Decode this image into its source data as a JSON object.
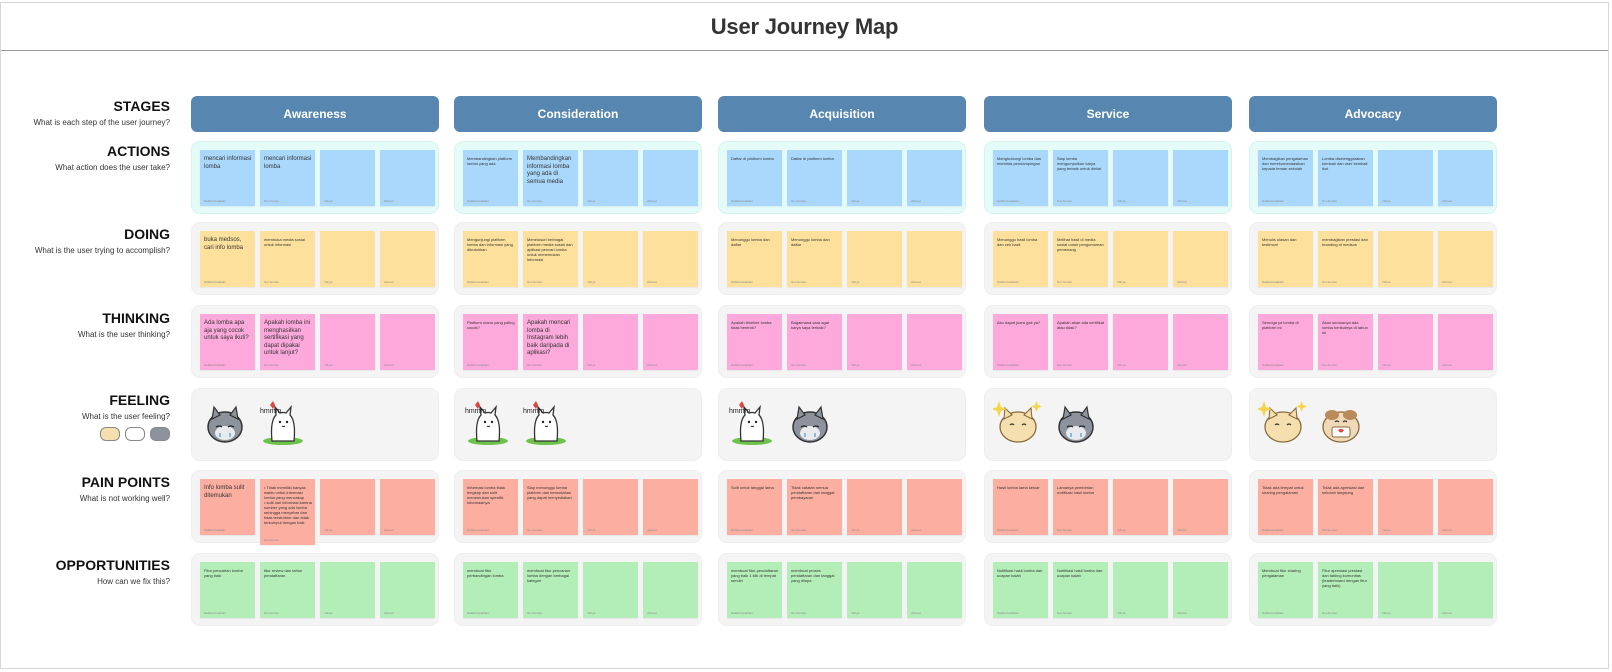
{
  "title": "User Journey Map",
  "colors": {
    "stage": "#5787b0",
    "actions": "#aad8fc",
    "doing": "#fde09b",
    "thinking": "#fda9dc",
    "pain": "#fcaea0",
    "opps": "#b3eeb9",
    "actions_panel": "#e4fbf8",
    "panel": "#f5f4f4"
  },
  "stages": [
    "Awareness",
    "Consideration",
    "Acquisition",
    "Service",
    "Advocacy"
  ],
  "rows": [
    {
      "key": "stages",
      "title": "STAGES",
      "subtitle": "What is each step of the user journey?"
    },
    {
      "key": "actions",
      "title": "ACTIONS",
      "subtitle": "What action does the user take?"
    },
    {
      "key": "doing",
      "title": "DOING",
      "subtitle": "What is the user trying to accomplish?"
    },
    {
      "key": "thinking",
      "title": "THINKING",
      "subtitle": "What is the user thinking?"
    },
    {
      "key": "feeling",
      "title": "FEELING",
      "subtitle": "What is the user feeling?",
      "icons": [
        "cat-happy-icon",
        "cat-hmm-icon",
        "cat-sad-icon"
      ]
    },
    {
      "key": "pain",
      "title": "PAIN POINTS",
      "subtitle": "What is not working well?"
    },
    {
      "key": "opps",
      "title": "OPPORTUNITIES",
      "subtitle": "How can we fix this?"
    }
  ],
  "notes": {
    "actions": [
      [
        {
          "text": "mencari informasi lomba",
          "author": "Nabila Faradiani",
          "big": true
        },
        {
          "text": "mencari informasi lomba",
          "author": "Nur Annisa",
          "big": true
        },
        {
          "text": "",
          "author": "Yahya"
        },
        {
          "text": "",
          "author": "Ahmad"
        }
      ],
      [
        {
          "text": "Membandingkan platform lomba yang ada",
          "author": "Nabila Faradiani"
        },
        {
          "text": "Membandingkan informasi lomba yang ada di semua media",
          "author": "Nur Annisa",
          "big": true
        },
        {
          "text": "",
          "author": "Yahya"
        },
        {
          "text": "",
          "author": "Ahmad"
        }
      ],
      [
        {
          "text": "Daftar di platform lomba",
          "author": "Nabila Faradiani"
        },
        {
          "text": "Daftar di platform lomba",
          "author": "Nur Annisa"
        },
        {
          "text": "",
          "author": "Yahya"
        },
        {
          "text": "",
          "author": "Ahmad"
        }
      ],
      [
        {
          "text": "Menghubungi lomba dan meminta pendampingan",
          "author": "Nabila Faradiani"
        },
        {
          "text": "Siap lomba mengumpulkan karya yang terbaik untuk dinilai",
          "author": "Nur Annisa"
        },
        {
          "text": "",
          "author": "Yahya"
        },
        {
          "text": "",
          "author": "Ahmad"
        }
      ],
      [
        {
          "text": "Membagikan pengalaman dan merekomendasikan kepada teman sekolah",
          "author": "Nabila Faradiani"
        },
        {
          "text": "Lomba diselenggarakan kembali dan user kembali ikut",
          "author": "Nur Annisa"
        },
        {
          "text": "",
          "author": "Yahya"
        },
        {
          "text": "",
          "author": "Ahmad"
        }
      ]
    ],
    "doing": [
      [
        {
          "text": "buka medsos, cari info lomba",
          "author": "Nabila Faradiani",
          "big": true
        },
        {
          "text": "membuka media sosial untuk informasi",
          "author": "Nur Annisa"
        },
        {
          "text": "",
          "author": "Yahya"
        },
        {
          "text": "",
          "author": "Ahmad"
        }
      ],
      [
        {
          "text": "Mengunjungi platform lomba dan informasi yang dibutuhkan",
          "author": "Nabila Faradiani"
        },
        {
          "text": "Menelusuri berbagai platform media sosial dan aplikasi pencari lomba untuk menemukan informasi",
          "author": "Nur Annisa"
        },
        {
          "text": "",
          "author": "Yahya"
        },
        {
          "text": "",
          "author": "Ahmad"
        }
      ],
      [
        {
          "text": "Menunggu lomba dan daftar",
          "author": "Nabila Faradiani"
        },
        {
          "text": "Menunggu lomba dan daftar",
          "author": "Nur Annisa"
        },
        {
          "text": "",
          "author": "Yahya"
        },
        {
          "text": "",
          "author": "Ahmad"
        }
      ],
      [
        {
          "text": "Menunggu hasil lomba dan cek hasil",
          "author": "Nabila Faradiani"
        },
        {
          "text": "Melihat hasil di media sosial untuk pengumuman pemenang",
          "author": "Nur Annisa"
        },
        {
          "text": "",
          "author": "Yahya"
        },
        {
          "text": "",
          "author": "Ahmad"
        }
      ],
      [
        {
          "text": "Menulis ulasan dan testimoni",
          "author": "Nabila Faradiani"
        },
        {
          "text": "membagikan prestasi dan branding di medsos",
          "author": "Nur Annisa"
        },
        {
          "text": "",
          "author": "Yahya"
        },
        {
          "text": "",
          "author": "Ahmad"
        }
      ]
    ],
    "thinking": [
      [
        {
          "text": "Ada lomba apa aja yang cocok untuk saya ikuti?",
          "author": "Nabila Faradiani",
          "big": true
        },
        {
          "text": "Apakah lomba ini menghasilkan sertifikasi yang dapat dipakai untuk lanjut?",
          "author": "Nur Annisa",
          "big": true
        },
        {
          "text": "",
          "author": "Yahya"
        },
        {
          "text": "",
          "author": "Ahmad"
        }
      ],
      [
        {
          "text": "Platform mana yang paling cocok?",
          "author": "Nabila Faradiani"
        },
        {
          "text": "Apakah mencari lomba di Instagram lebih baik daripada di aplikasi?",
          "author": "Nur Annisa",
          "big": true
        },
        {
          "text": "",
          "author": "Yahya"
        },
        {
          "text": "",
          "author": "Ahmad"
        }
      ],
      [
        {
          "text": "Apakah timeline lomba tidak bentrok?",
          "author": "Nabila Faradiani"
        },
        {
          "text": "Bagaimana cara agar karya saya terbaik?",
          "author": "Nur Annisa"
        },
        {
          "text": "",
          "author": "Yahya"
        },
        {
          "text": "",
          "author": "Ahmad"
        }
      ],
      [
        {
          "text": "Aku dapat juara gak ya?",
          "author": "Nabila Faradiani"
        },
        {
          "text": "Apakah akan ada sertifikat atau tidak?",
          "author": "Nur Annisa"
        },
        {
          "text": "",
          "author": "Yahya"
        },
        {
          "text": "",
          "author": "Ahmad"
        }
      ],
      [
        {
          "text": "Semoga ya lomba di platform ini",
          "author": "Nabila Faradiani"
        },
        {
          "text": "Akan semuanya ada lomba berikutnya di tahun ini",
          "author": "Nur Annisa"
        },
        {
          "text": "",
          "author": "Yahya"
        },
        {
          "text": "",
          "author": "Ahmad"
        }
      ]
    ],
    "pain": [
      [
        {
          "text": "Info lomba sulit ditemukan",
          "author": "Nabila Faradiani",
          "big": true
        },
        {
          "text": "• Tidak memiliki banyak waktu untuk informasi lomba yang mencakup\n• sulit cari informasi karena sumber yang ada lomba sehingga menyebar dan tidak terstruktur dan tidak terkumpul dengan baik",
          "author": "Nur Annisa",
          "tall": true
        },
        {
          "text": "",
          "author": "Yahya"
        },
        {
          "text": "",
          "author": "Ahmad"
        }
      ],
      [
        {
          "text": "Informasi lomba tidak lengkap dan sulit menemukan spesifik informasinya",
          "author": "Nabila Faradiani"
        },
        {
          "text": "Siap menunggu lomba platform dan kemudahan yang dapat menyediakan",
          "author": "Nur Annisa"
        },
        {
          "text": "",
          "author": "Yahya"
        },
        {
          "text": "",
          "author": "Ahmad"
        }
      ],
      [
        {
          "text": "Sulit untuk tanggal lama",
          "author": "Nabila Faradiani"
        },
        {
          "text": "Tidak catatan semua pendaftaran dan tanggal pembayaran",
          "author": "Nur Annisa"
        },
        {
          "text": "",
          "author": "Yahya"
        },
        {
          "text": "",
          "author": "Ahmad"
        }
      ],
      [
        {
          "text": "Hasil lomba lama keluar",
          "author": "Nabila Faradiani"
        },
        {
          "text": "Lamanya pemberian notifikasi hasil lomba",
          "author": "Nur Annisa"
        },
        {
          "text": "",
          "author": "Yahya"
        },
        {
          "text": "",
          "author": "Ahmad"
        }
      ],
      [
        {
          "text": "Tidak ada tempat untuk sharing pengalaman",
          "author": "Nabila Faradiani"
        },
        {
          "text": "Tidak ada apresiasi dari sekolah langsung",
          "author": "Nur Annisa"
        },
        {
          "text": "",
          "author": "Yahya"
        },
        {
          "text": "",
          "author": "Ahmad"
        }
      ]
    ],
    "opps": [
      [
        {
          "text": "Fitur pencarian lomba yang baik",
          "author": "Nabila Faradiani"
        },
        {
          "text": "fitur review dan tahun pendaftaran",
          "author": "Nur Annisa"
        },
        {
          "text": "",
          "author": "Yahya"
        },
        {
          "text": "",
          "author": "Ahmad"
        }
      ],
      [
        {
          "text": "membuat fitur perbandingan lomba",
          "author": "Nabila Faradiani"
        },
        {
          "text": "membuat fitur pencarian lomba dengan berbagai kategori",
          "author": "Nur Annisa"
        },
        {
          "text": "",
          "author": "Yahya"
        },
        {
          "text": "",
          "author": "Ahmad"
        }
      ],
      [
        {
          "text": "membuat fitur pendaftaran yang baik 1 klik di tempat sendiri",
          "author": "Nabila Faradiani"
        },
        {
          "text": "membuat proses pendaftaran dan tanggal yang dilupa",
          "author": "Nur Annisa"
        },
        {
          "text": "",
          "author": "Yahya"
        },
        {
          "text": "",
          "author": "Ahmad"
        }
      ],
      [
        {
          "text": "Notifikasi hasil lomba dan ucapan kalah",
          "author": "Nabila Faradiani"
        },
        {
          "text": "Notifikasi hasil lomba dan ucapan kalah",
          "author": "Nur Annisa"
        },
        {
          "text": "",
          "author": "Yahya"
        },
        {
          "text": "",
          "author": "Ahmad"
        }
      ],
      [
        {
          "text": "Membuat fitur sharing pengalaman",
          "author": "Nabila Faradiani"
        },
        {
          "text": "Fitur apresiasi prestasi dan tabling komunitas (leaderboard dengan fitur yang baik)",
          "author": "Nur Annisa"
        },
        {
          "text": "",
          "author": "Yahya"
        },
        {
          "text": "",
          "author": "Ahmad"
        }
      ]
    ]
  },
  "feelings": [
    [
      "cat-sad-icon",
      "cat-hmm-icon"
    ],
    [
      "cat-hmm-icon",
      "cat-hmm-icon"
    ],
    [
      "cat-hmm-icon",
      "cat-sad-icon"
    ],
    [
      "cat-happy-icon",
      "cat-sad-icon"
    ],
    [
      "cat-happy-icon",
      "cat-love-icon"
    ]
  ],
  "hmm_text": "hmmm"
}
